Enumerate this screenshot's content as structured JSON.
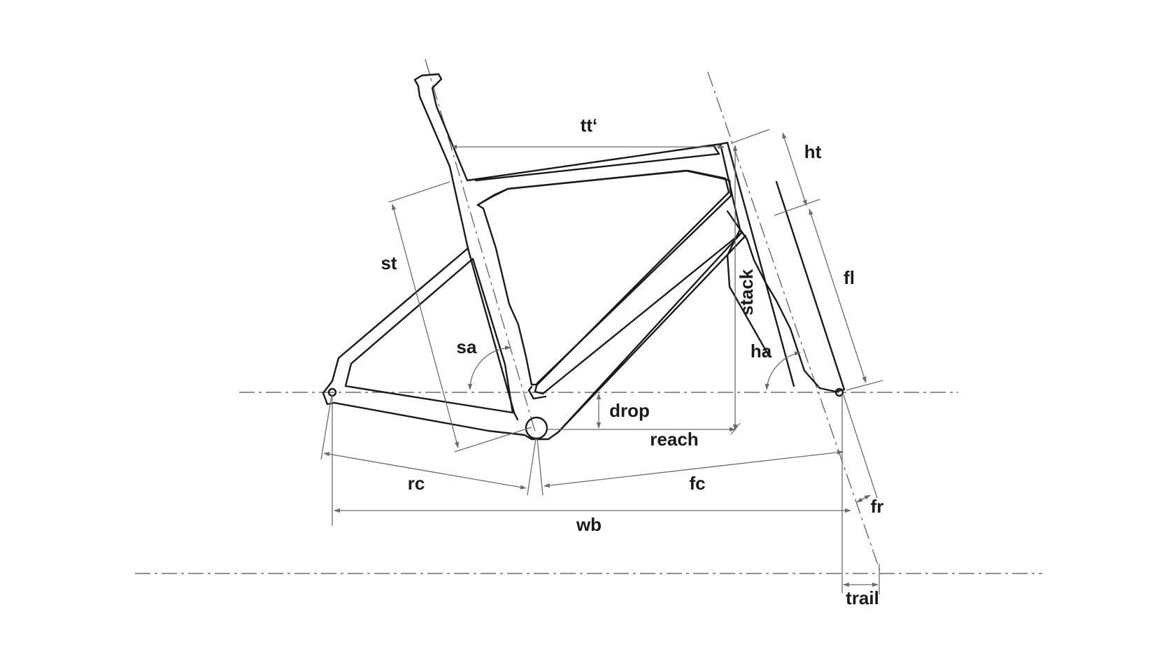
{
  "labels": {
    "tt": "tt‘",
    "ht": "ht",
    "st": "st",
    "fl": "fl",
    "stack": "stack",
    "sa": "sa",
    "ha": "ha",
    "drop": "drop",
    "reach": "reach",
    "rc": "rc",
    "fc": "fc",
    "fr": "fr",
    "wb": "wb",
    "trail": "trail"
  },
  "colors": {
    "frame_outline": "#1a1a1a",
    "dimension_lines": "#6b6b6b",
    "background": "#ffffff"
  }
}
